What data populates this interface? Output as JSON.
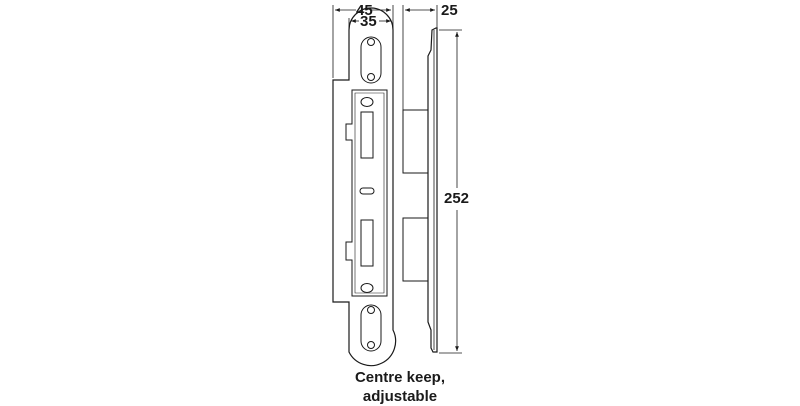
{
  "diagram": {
    "title": "Centre keep, adjustable",
    "caption_line1": "Centre keep,",
    "caption_line2": "adjustable",
    "dimensions": {
      "overall_width": "45",
      "inner_width": "35",
      "depth": "25",
      "height": "252"
    },
    "views": [
      "front-view",
      "side-view"
    ],
    "colors": {
      "line": "#1a1a1a",
      "background": "#ffffff"
    }
  }
}
